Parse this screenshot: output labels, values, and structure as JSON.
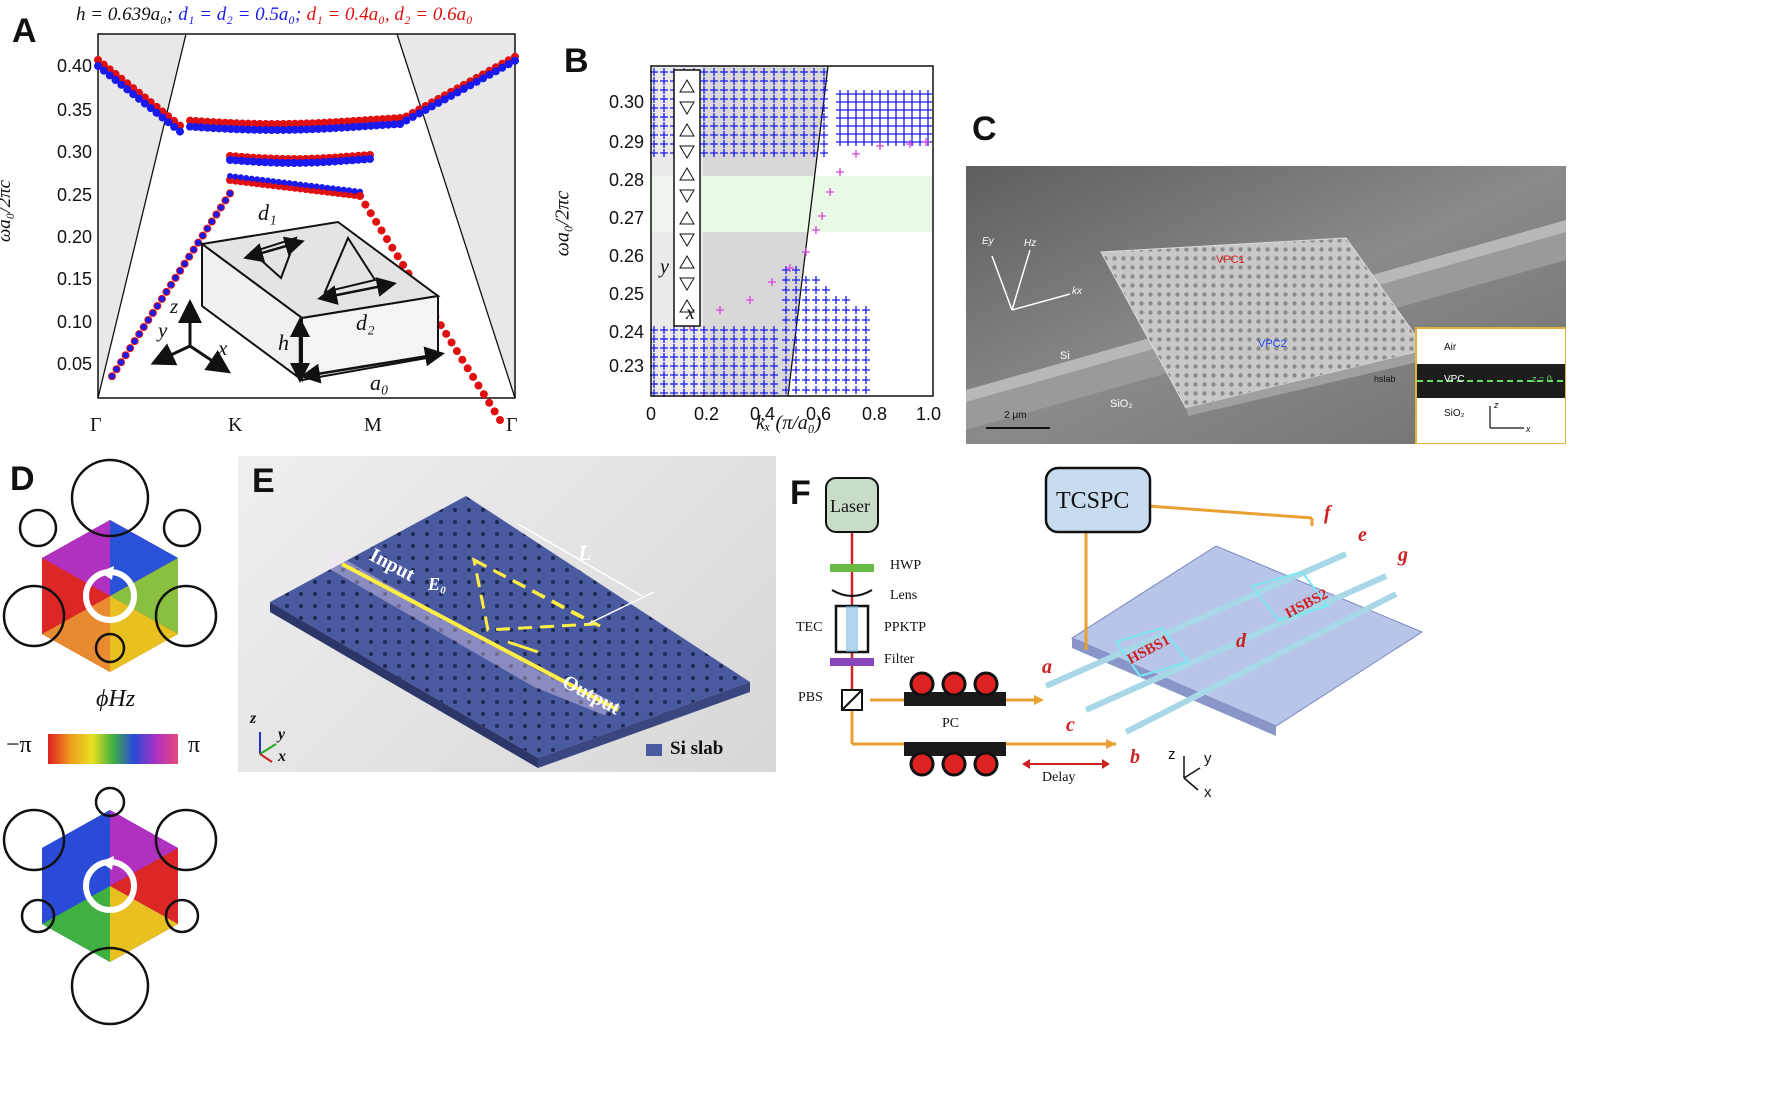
{
  "panels": {
    "A": {
      "label": "A",
      "title_h": "h = 0.639a₀;",
      "title_blue": "d₁ = d₂ = 0.5a₀;",
      "title_red": "d₁ = 0.4a₀, d₂ = 0.6a₀",
      "ylabel": "ωa₀/2πc",
      "yticks": [
        "0.40",
        "0.35",
        "0.30",
        "0.25",
        "0.20",
        "0.15",
        "0.10",
        "0.05"
      ],
      "xticks": [
        "Γ",
        "K",
        "M",
        "Γ"
      ],
      "inset": {
        "d1": "d₁",
        "d2": "d₂",
        "h": "h",
        "a0": "a₀",
        "z": "z",
        "y": "y",
        "x": "x"
      }
    },
    "B": {
      "label": "B",
      "ylabel": "ωa₀/2πc",
      "xlabel": "kₓ (π/a₀)",
      "yticks": [
        "0.30",
        "0.29",
        "0.28",
        "0.27",
        "0.26",
        "0.25",
        "0.24",
        "0.23"
      ],
      "xticks": [
        "0",
        "0.2",
        "0.4",
        "0.6",
        "0.8",
        "1.0"
      ],
      "inset_y": "y",
      "inset_x": "x"
    },
    "C": {
      "label": "C",
      "axes": {
        "ey": "Ey",
        "hz": "Hz",
        "kx": "kx"
      },
      "vpc1": "VPC1",
      "vpc2": "VPC2",
      "si": "Si",
      "sio2": "SiO₂",
      "scale": "2 μm",
      "inset": {
        "air": "Air",
        "vpc": "VPC",
        "sio2": "SiO₂",
        "hslab": "hslab",
        "z0": "z = 0",
        "z": "z",
        "x": "x"
      }
    },
    "D": {
      "label": "D",
      "phase_label": "ϕHz",
      "min": "−π",
      "max": "π"
    },
    "E": {
      "label": "E",
      "input": "Input",
      "output": "Output",
      "e0": "E₀",
      "L": "L",
      "legend": "Si slab",
      "axes": {
        "z": "z",
        "y": "y",
        "x": "x"
      }
    },
    "F": {
      "label": "F",
      "laser": "Laser",
      "tcspc": "TCSPC",
      "hwp": "HWP",
      "lens": "Lens",
      "tec": "TEC",
      "ppktp": "PPKTP",
      "filter": "Filter",
      "pbs": "PBS",
      "pc": "PC",
      "delay": "Delay",
      "hsbs1": "HSBS1",
      "hsbs2": "HSBS2",
      "ports": [
        "a",
        "b",
        "c",
        "d",
        "e",
        "f",
        "g"
      ],
      "axes": {
        "z": "z",
        "y": "y",
        "x": "x"
      }
    }
  },
  "colors": {
    "blue": "#1a1aee",
    "red": "#e01010",
    "magenta": "#dd44dd",
    "orange": "#e8a030",
    "slab": "#4a5aa0"
  }
}
